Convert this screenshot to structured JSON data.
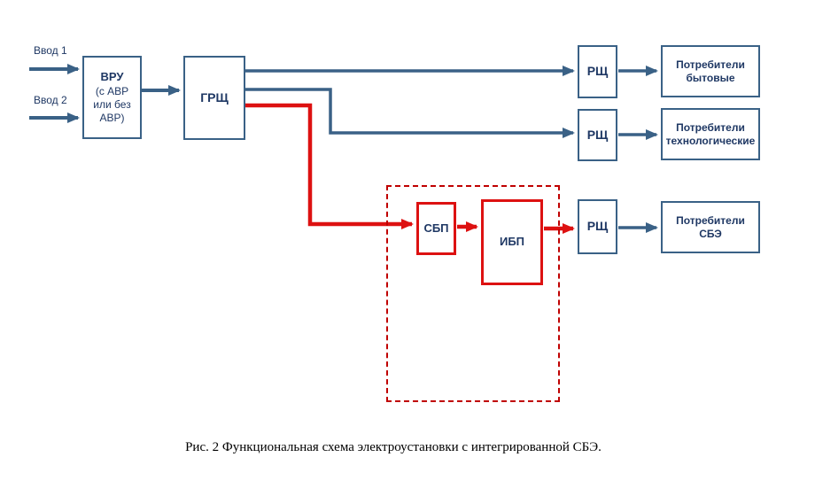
{
  "diagram": {
    "caption": "Рис. 2 Функциональная схема электроустановки с интегрированной СБЭ.",
    "inputs": {
      "input1": "Ввод 1",
      "input2": "Ввод 2"
    },
    "nodes": {
      "vru": {
        "title": "ВРУ",
        "line1": "(с АВР",
        "line2": "или без",
        "line3": "АВР)"
      },
      "grsh": {
        "label": "ГРЩ"
      },
      "rsh1": {
        "label": "РЩ"
      },
      "rsh2": {
        "label": "РЩ"
      },
      "rsh3": {
        "label": "РЩ"
      },
      "consumers_household": {
        "label": "Потребители бытовые"
      },
      "consumers_tech": {
        "label": "Потребители технологические"
      },
      "consumers_sbe": {
        "label": "Потребители СБЭ"
      },
      "sbp": {
        "label": "СБП"
      },
      "ibp": {
        "label": "ИБП"
      }
    },
    "colors": {
      "line_blue": "#3a6186",
      "text_navy": "#1f3864",
      "line_red": "#dd1111",
      "dashed_red": "#c00000"
    }
  }
}
